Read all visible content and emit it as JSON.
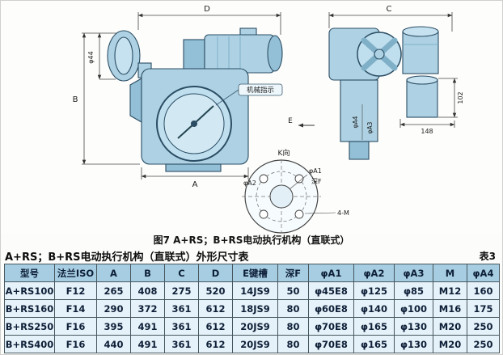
{
  "figure": {
    "caption": "图7 A+RS；B+RS电动执行机构（直联式）",
    "labels": {
      "d": "D",
      "b": "B",
      "a": "A",
      "c": "C",
      "phi44": "φ44",
      "mech_indicator": "机械指示",
      "phiA4": "φA4",
      "phiA3": "φA3",
      "dim102": "102",
      "dim148": "148",
      "e_view": "E",
      "k_view": "K向",
      "phiA1": "φA1",
      "depthF": "深F",
      "phiA2": "φA2",
      "bolt_holes": "4-M"
    }
  },
  "table": {
    "title": "A+RS；B+RS电动执行机构（直联式）外形尺寸表",
    "table_no": "表3",
    "headers": [
      "型号",
      "法兰ISO",
      "A",
      "B",
      "C",
      "D",
      "E键槽",
      "深F",
      "φA1",
      "φA2",
      "φA3",
      "M",
      "φA4"
    ],
    "rows": [
      [
        "A+RS100",
        "F12",
        "265",
        "408",
        "275",
        "520",
        "14JS9",
        "50",
        "φ45E8",
        "φ125",
        "φ85",
        "M12",
        "160"
      ],
      [
        "B+RS160",
        "F14",
        "290",
        "372",
        "361",
        "612",
        "18JS9",
        "80",
        "φ60E8",
        "φ140",
        "φ100",
        "M16",
        "175"
      ],
      [
        "B+RS250",
        "F16",
        "395",
        "491",
        "361",
        "612",
        "20JS9",
        "80",
        "φ70E8",
        "φ165",
        "φ130",
        "M20",
        "250"
      ],
      [
        "B+RS400",
        "F16",
        "440",
        "491",
        "361",
        "612",
        "20JS9",
        "80",
        "φ70E8",
        "φ165",
        "φ130",
        "M20",
        "250"
      ]
    ]
  },
  "colors": {
    "part_fill": "#aed2e4",
    "part_fill_light": "#c6e1ef",
    "part_outline": "#2b4d63",
    "table_header_bg": "#a6cde1",
    "table_cell_bg": "#e6f2f9"
  }
}
